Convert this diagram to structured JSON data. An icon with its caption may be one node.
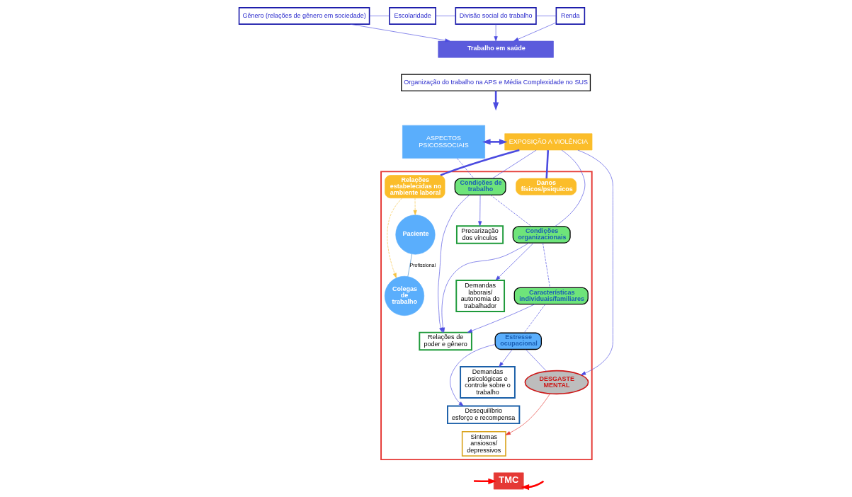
{
  "diagram": {
    "nodes": [
      {
        "text": [
          "Gênero (relações de gênero em sociedade)"
        ]
      },
      {
        "text": [
          "Escolaridade"
        ]
      },
      {
        "text": [
          "Divisão social do trabalho"
        ]
      },
      {
        "text": [
          "Renda"
        ]
      },
      {
        "text": [
          "Trabalho em saúde"
        ]
      },
      {
        "text": [
          "Organização do trabalho na APS e Média Complexidade no SUS"
        ]
      },
      {
        "text": [
          "ASPECTOS PSICOSSOCIAIS"
        ]
      },
      {
        "text": [
          "EXPOSIÇÃO A VIOLÊNCIA"
        ]
      },
      {
        "text": [],
        "shape": "box"
      },
      {
        "text": [
          "Precarização dos vínculos"
        ],
        "in": 8
      },
      {
        "text": [
          "Condições de trabalho"
        ],
        "in": 8
      },
      {
        "text": [
          "Relações de poder e gênero"
        ],
        "in": 8
      },
      {
        "text": [
          "Condições organizacionais"
        ],
        "in": 8
      },
      {
        "text": [
          "Demandas laborais/ autonomia do trabalhador"
        ],
        "in": 8
      },
      {
        "text": [
          "Características individuais/familiares"
        ],
        "in": 8
      },
      {
        "text": [
          "Estresse ocupacional"
        ],
        "in": 8
      },
      {
        "text": [
          "Desequilíbrio esforço e recompensa"
        ],
        "in": 8
      },
      {
        "text": [
          "DESGASTE MENTAL"
        ],
        "in": 8
      },
      {
        "text": [
          "Demandas psicológicas e controle sobre o trabalho"
        ],
        "in": 8
      },
      {
        "text": [
          "Sintomas ansiosos/ depressivos"
        ],
        "in": 8
      },
      {
        "text": [
          "Relações estabelecidas no ambiente laboral"
        ],
        "in": 8
      },
      {
        "text": [
          "Danos físicos/psiquicos"
        ],
        "in": 8
      },
      {
        "text": [
          "Paciente"
        ],
        "in": 8
      },
      {
        "text": [
          "Colegas de trabalho"
        ],
        "in": 8
      },
      {
        "text": [
          "TMC"
        ]
      }
    ],
    "edges": [
      {
        "from": 0,
        "to": 1,
        "arrow": "none"
      },
      {
        "from": 1,
        "to": 2,
        "arrow": "none"
      },
      {
        "from": 2,
        "to": 3,
        "arrow": "none"
      },
      {
        "from": 0,
        "to": 4,
        "arrow": "to"
      },
      {
        "from": 2,
        "to": 4,
        "arrow": "to"
      },
      {
        "from": 3,
        "to": 4,
        "arrow": "to"
      },
      {
        "from": 5,
        "to": null,
        "arrow": "to",
        "style": "thick"
      },
      {
        "from": 6,
        "to": 7,
        "arrow": "both",
        "style": "thick"
      },
      {
        "from": 6,
        "to": 10,
        "arrow": "none",
        "style": "dashed"
      },
      {
        "from": 10,
        "to": 12,
        "arrow": "none",
        "style": "dashed"
      },
      {
        "from": 12,
        "to": 14,
        "arrow": "none",
        "style": "dashed"
      },
      {
        "from": 14,
        "to": 15,
        "arrow": "none",
        "style": "dashed"
      },
      {
        "from": 10,
        "to": 9,
        "arrow": "to"
      },
      {
        "from": 10,
        "to": 11,
        "arrow": "to"
      },
      {
        "from": 12,
        "to": 11,
        "arrow": "to"
      },
      {
        "from": 12,
        "to": 13,
        "arrow": "to"
      },
      {
        "from": 14,
        "to": 11,
        "arrow": "to"
      },
      {
        "from": 15,
        "to": 16,
        "arrow": "to"
      },
      {
        "from": 15,
        "to": 18,
        "arrow": "to"
      },
      {
        "from": 15,
        "to": 17,
        "arrow": "none"
      },
      {
        "from": 10,
        "to": 7,
        "arrow": "none"
      },
      {
        "from": 12,
        "to": 7,
        "arrow": "none"
      },
      {
        "from": 7,
        "to": 17,
        "arrow": "to"
      },
      {
        "from": 17,
        "to": 19,
        "arrow": "to",
        "color": "#e53935"
      },
      {
        "from": 7,
        "to": 20,
        "arrow": "none",
        "style": "thick"
      },
      {
        "from": 7,
        "to": 21,
        "arrow": "none",
        "style": "thick"
      },
      {
        "from": 20,
        "to": 22,
        "arrow": "to",
        "style": "dashed",
        "color": "#f5c242"
      },
      {
        "from": 20,
        "to": 23,
        "arrow": "to",
        "style": "dashed",
        "color": "#f5c242"
      },
      {
        "from": 22,
        "to": 23,
        "arrow": "none",
        "label": "Profissional",
        "color": "#3d85c6"
      },
      {
        "from": null,
        "to": 24,
        "arrow": "to",
        "style": "thick",
        "color": "#ff0000"
      },
      {
        "from": null,
        "to": 24,
        "arrow": "to",
        "style": "thick",
        "color": "#ff0000"
      }
    ]
  }
}
